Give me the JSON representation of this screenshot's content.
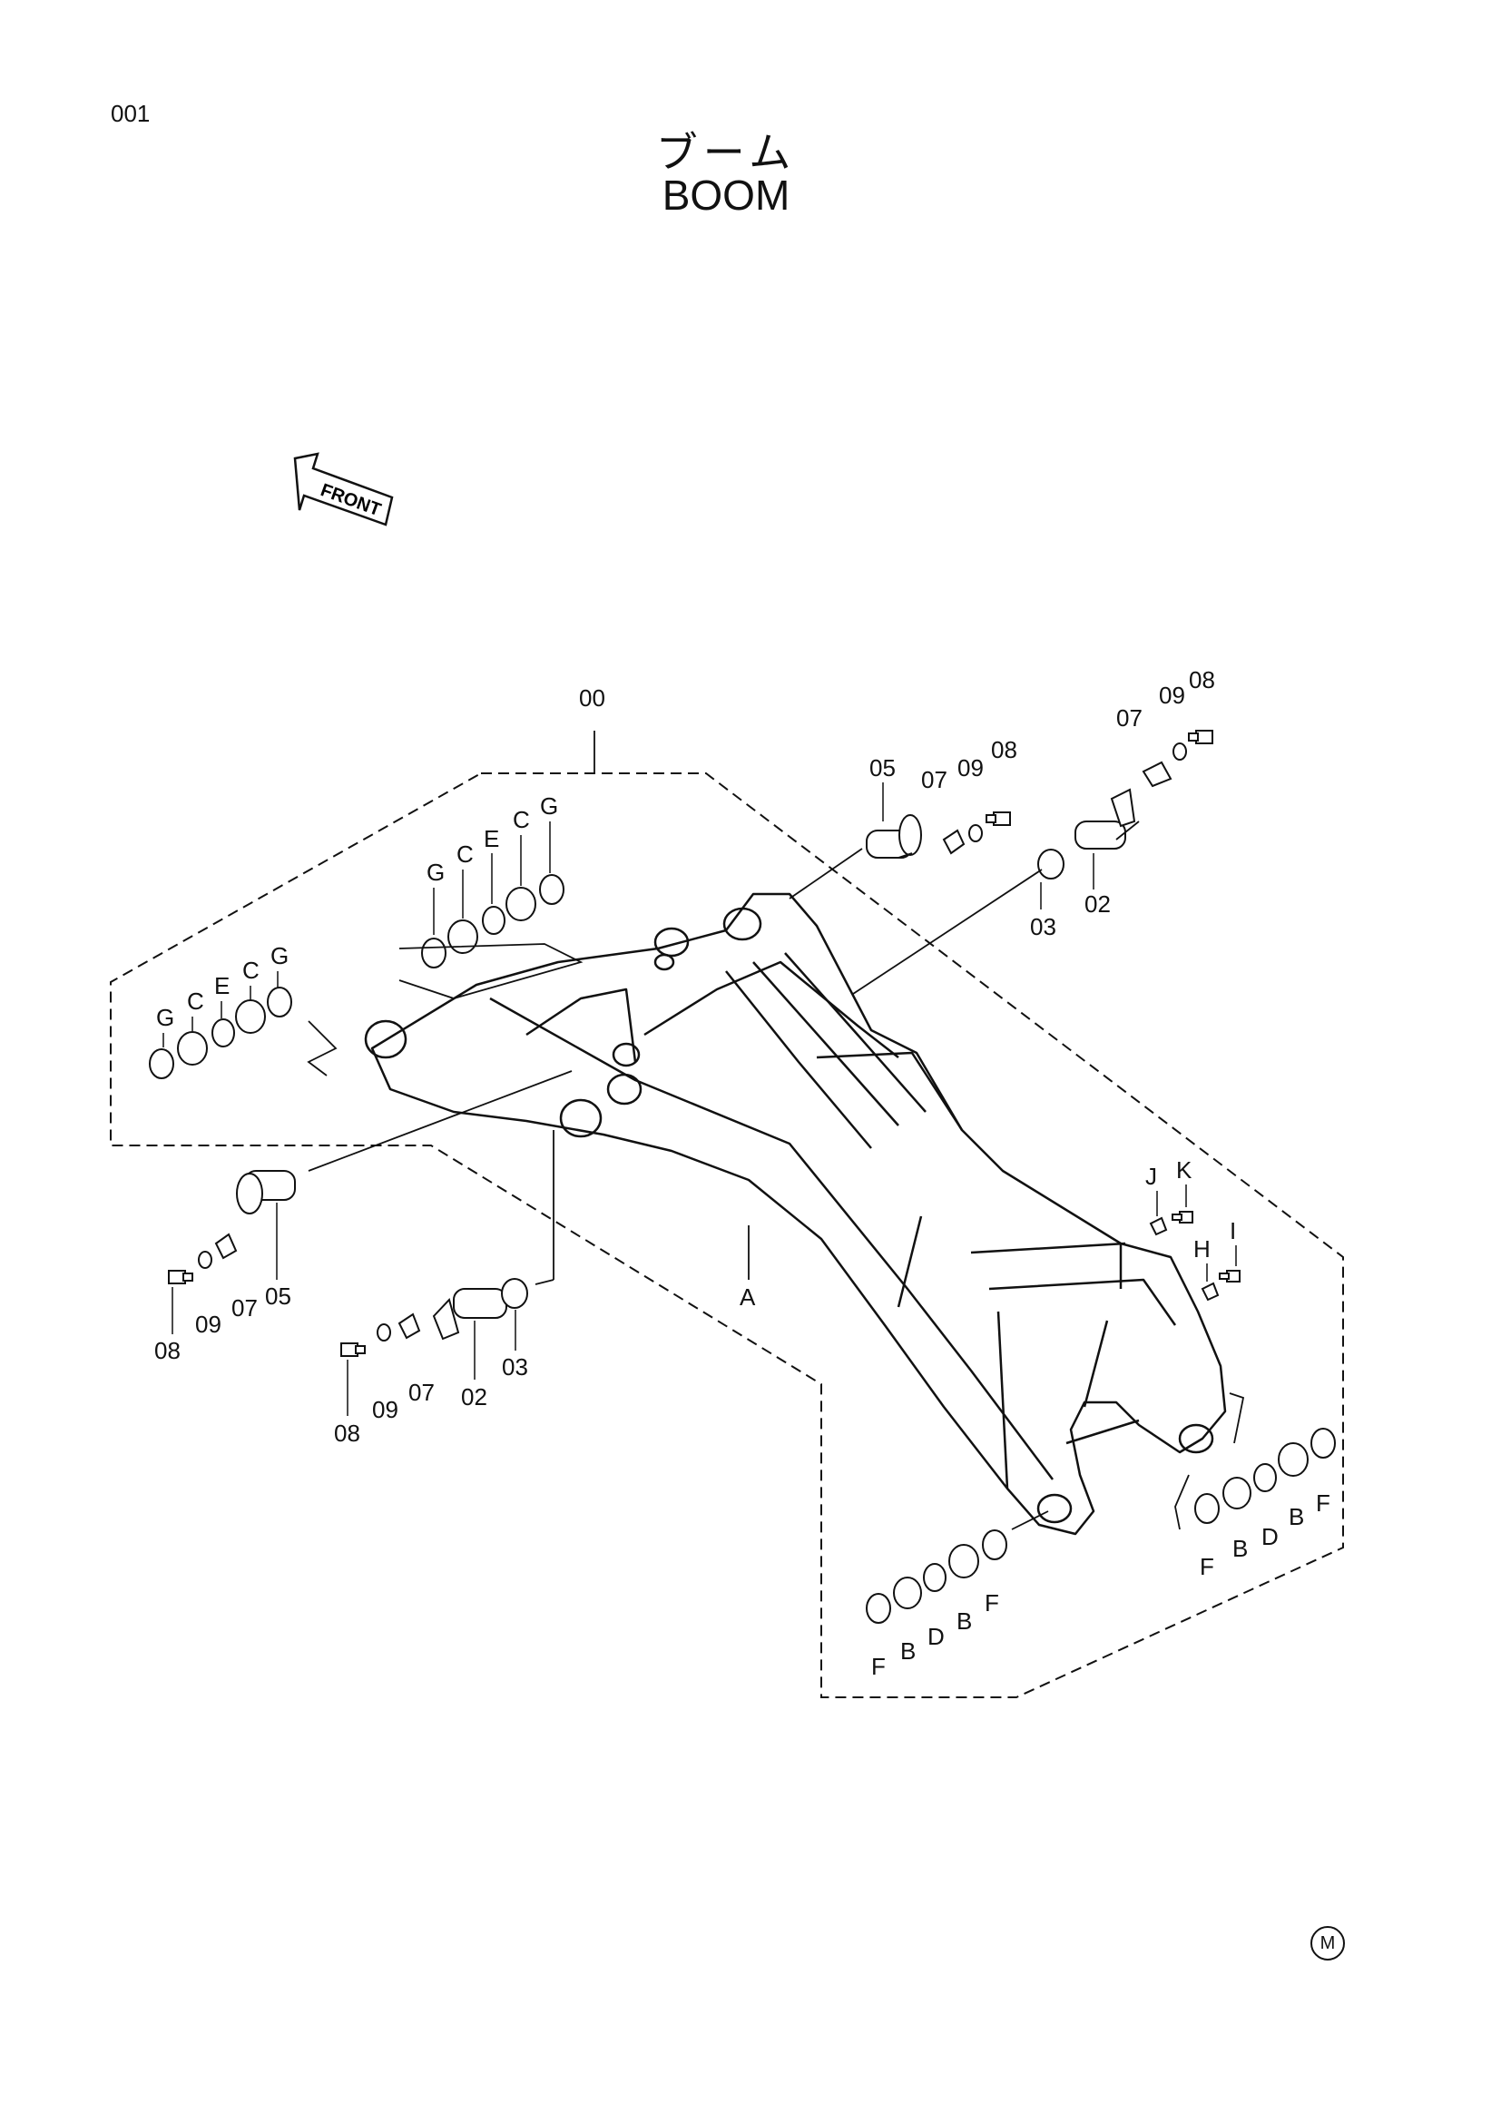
{
  "page_number": "001",
  "title_jp": "ブーム",
  "title_en": "BOOM",
  "front_arrow_label": "FRONT",
  "corner_mark": "M",
  "callouts": [
    {
      "id": "c-00",
      "text": "00"
    },
    {
      "id": "c-05a",
      "text": "05"
    },
    {
      "id": "c-07a",
      "text": "07"
    },
    {
      "id": "c-09a",
      "text": "09"
    },
    {
      "id": "c-08a",
      "text": "08"
    },
    {
      "id": "c-07b",
      "text": "07"
    },
    {
      "id": "c-09b",
      "text": "09"
    },
    {
      "id": "c-08b",
      "text": "08"
    },
    {
      "id": "c-03a",
      "text": "03"
    },
    {
      "id": "c-02a",
      "text": "02"
    },
    {
      "id": "c-Gt",
      "text": "G"
    },
    {
      "id": "c-Ct",
      "text": "C"
    },
    {
      "id": "c-Et",
      "text": "E"
    },
    {
      "id": "c-Ct2",
      "text": "C"
    },
    {
      "id": "c-Gt2",
      "text": "G"
    },
    {
      "id": "c-Gl",
      "text": "G"
    },
    {
      "id": "c-Cl",
      "text": "C"
    },
    {
      "id": "c-El",
      "text": "E"
    },
    {
      "id": "c-Cl2",
      "text": "C"
    },
    {
      "id": "c-Gl2",
      "text": "G"
    },
    {
      "id": "c-08c",
      "text": "08"
    },
    {
      "id": "c-09c",
      "text": "09"
    },
    {
      "id": "c-07c",
      "text": "07"
    },
    {
      "id": "c-05b",
      "text": "05"
    },
    {
      "id": "c-08d",
      "text": "08"
    },
    {
      "id": "c-09d",
      "text": "09"
    },
    {
      "id": "c-07d",
      "text": "07"
    },
    {
      "id": "c-02b",
      "text": "02"
    },
    {
      "id": "c-03b",
      "text": "03"
    },
    {
      "id": "c-A",
      "text": "A"
    },
    {
      "id": "c-J",
      "text": "J"
    },
    {
      "id": "c-K",
      "text": "K"
    },
    {
      "id": "c-H",
      "text": "H"
    },
    {
      "id": "c-I",
      "text": "I"
    },
    {
      "id": "c-Fr",
      "text": "F"
    },
    {
      "id": "c-Br",
      "text": "B"
    },
    {
      "id": "c-Dr",
      "text": "D"
    },
    {
      "id": "c-Br2",
      "text": "B"
    },
    {
      "id": "c-Fr2",
      "text": "F"
    },
    {
      "id": "c-Fb",
      "text": "F"
    },
    {
      "id": "c-Bb",
      "text": "B"
    },
    {
      "id": "c-Db",
      "text": "D"
    },
    {
      "id": "c-Bb2",
      "text": "B"
    },
    {
      "id": "c-Fb2",
      "text": "F"
    }
  ]
}
